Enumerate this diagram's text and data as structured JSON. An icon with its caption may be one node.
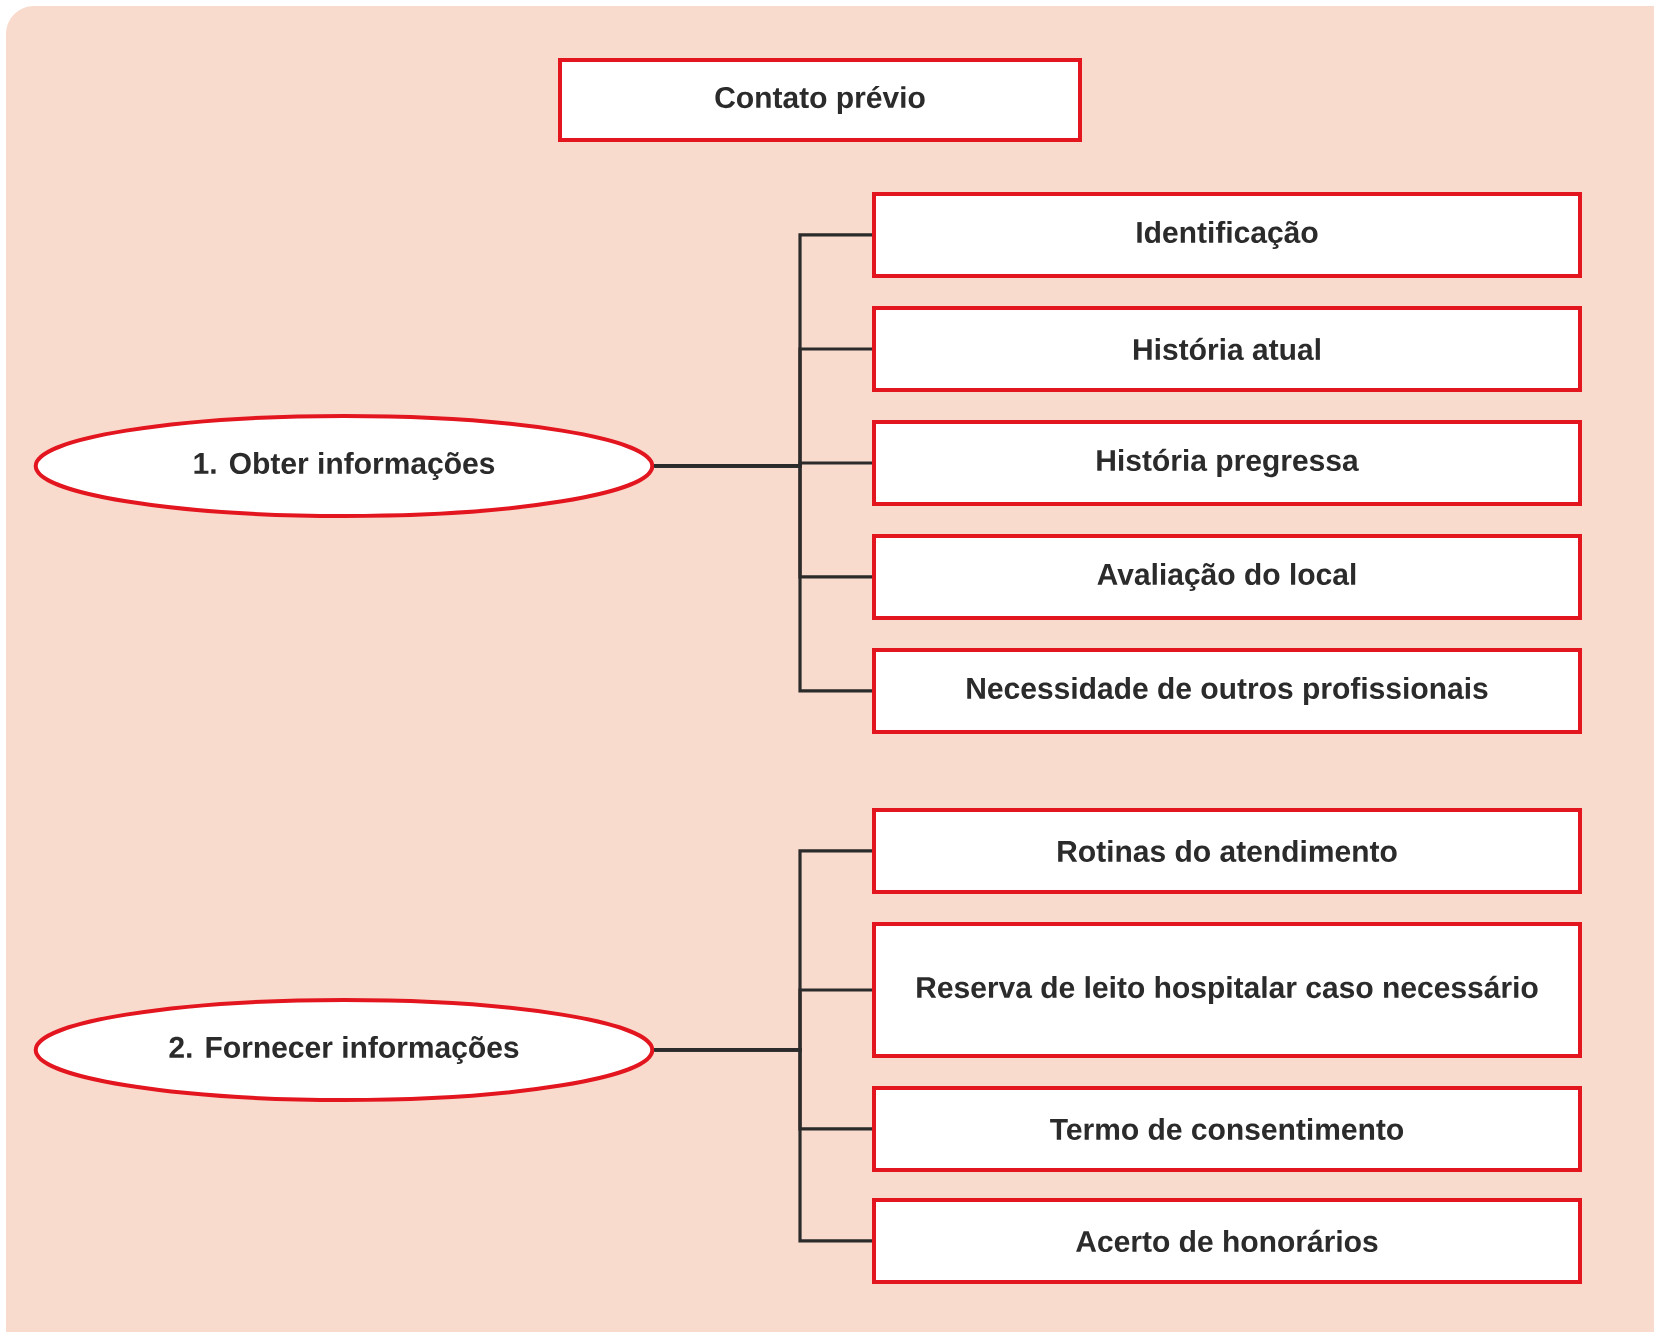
{
  "diagram": {
    "nodes": [
      {
        "text": [
          "Contato prévio"
        ]
      },
      {
        "text": [
          "1. Obter informações"
        ]
      },
      {
        "text": [
          "Identificação"
        ]
      },
      {
        "text": [
          "História atual"
        ]
      },
      {
        "text": [
          "História pregressa"
        ]
      },
      {
        "text": [
          "Avaliação do local"
        ]
      },
      {
        "text": [
          "Necessidade de outros profissionais"
        ]
      },
      {
        "text": [
          "2. Fornecer informações"
        ]
      },
      {
        "text": [
          "Rotinas do atendimento"
        ]
      },
      {
        "text": [
          "Reserva de leito hospitalar caso necessário"
        ]
      },
      {
        "text": [
          "Termo de consentimento"
        ]
      },
      {
        "text": [
          "Acerto de honorários"
        ]
      }
    ],
    "edges": [
      {
        "from": 1,
        "to": 2,
        "arrow": "none"
      },
      {
        "from": 1,
        "to": 3,
        "arrow": "none"
      },
      {
        "from": 1,
        "to": 4,
        "arrow": "none"
      },
      {
        "from": 1,
        "to": 5,
        "arrow": "none"
      },
      {
        "from": 1,
        "to": 6,
        "arrow": "none"
      },
      {
        "from": 7,
        "to": 8,
        "arrow": "none"
      },
      {
        "from": 7,
        "to": 9,
        "arrow": "none"
      },
      {
        "from": 7,
        "to": 10,
        "arrow": "none"
      },
      {
        "from": 7,
        "to": 11,
        "arrow": "none"
      }
    ]
  }
}
